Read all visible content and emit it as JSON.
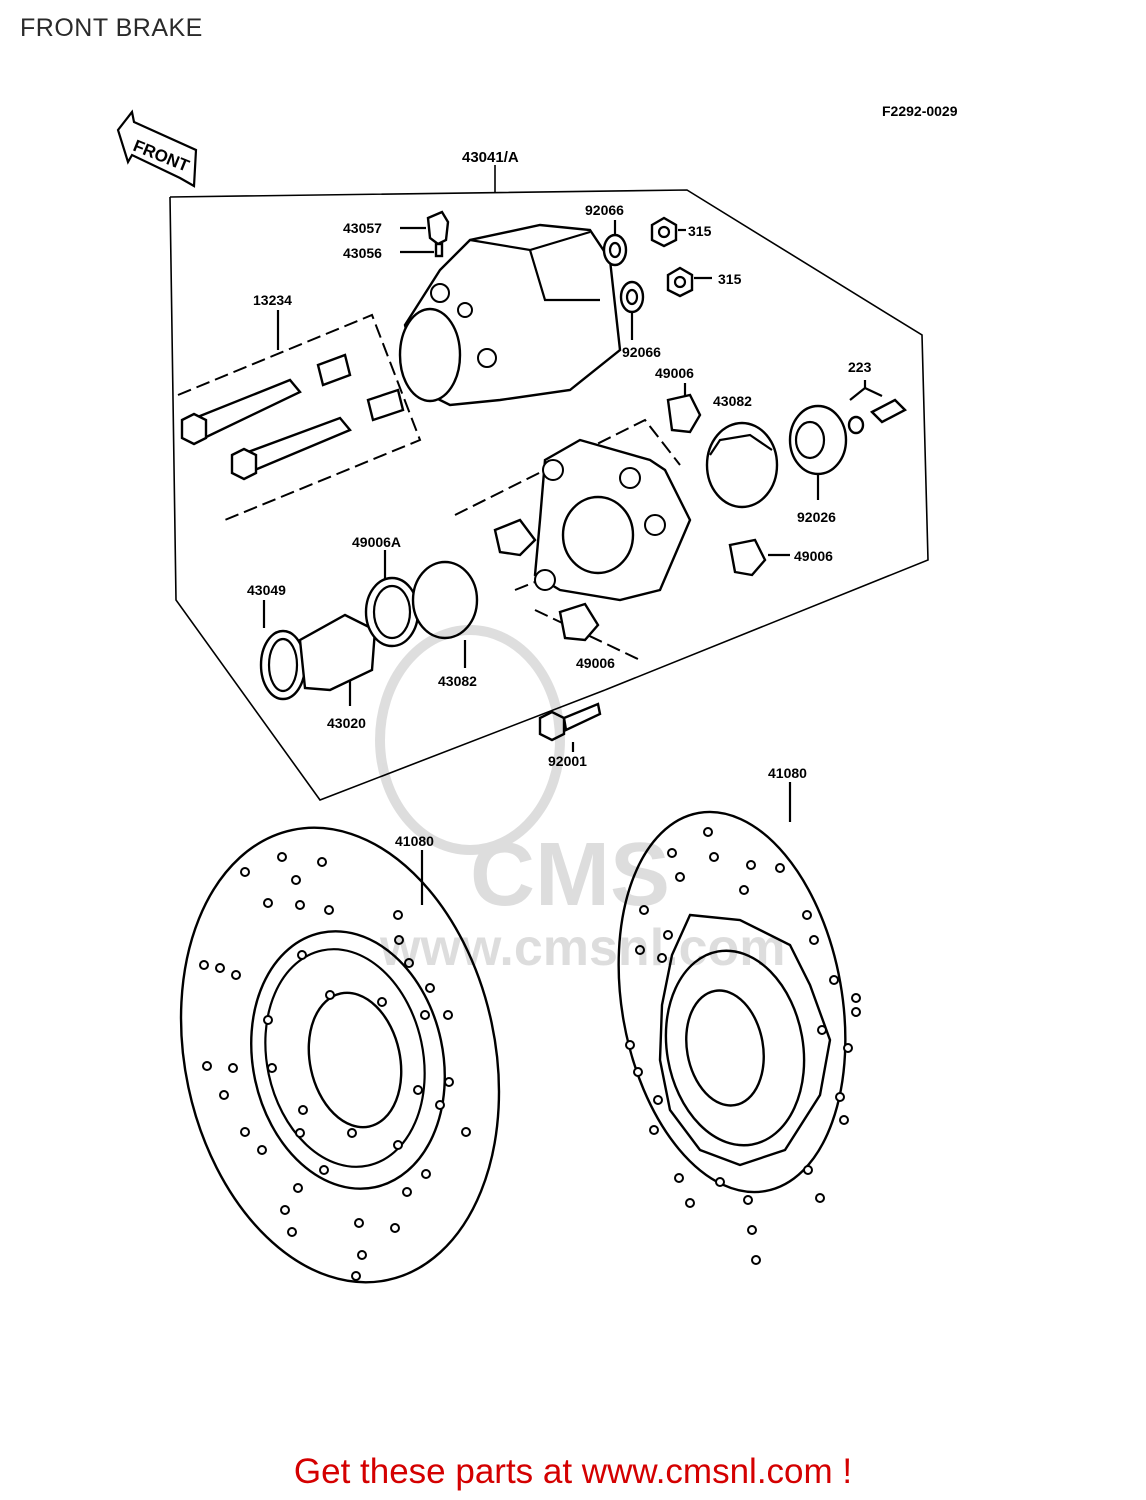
{
  "header": {
    "title": "FRONT BRAKE"
  },
  "diagram": {
    "ref_code": "F2292-0029",
    "front_label": "FRONT",
    "callouts": {
      "caliper_assy": "43041/A",
      "bleed_cap": "43057",
      "bleed_valve": "43056",
      "washer_top": "92066",
      "nut_top": "315",
      "nut_mid": "315",
      "washer_mid": "92066",
      "pin_set": "13234",
      "boot_top": "49006",
      "pad": "43082",
      "screw_223": "223",
      "shim": "92026",
      "boot_right": "49006",
      "seal_a": "49006A",
      "ring_43049": "43049",
      "piston": "43020",
      "pad_lower": "43082",
      "boot_lower": "49006",
      "bolt": "92001",
      "disc_right": "41080",
      "disc_left": "41080"
    }
  },
  "watermark": {
    "text": "www.cmsnl.com",
    "logo": "CMS"
  },
  "footer": {
    "cta": "Get these parts at www.cmsnl.com !",
    "color": "#d40000"
  }
}
